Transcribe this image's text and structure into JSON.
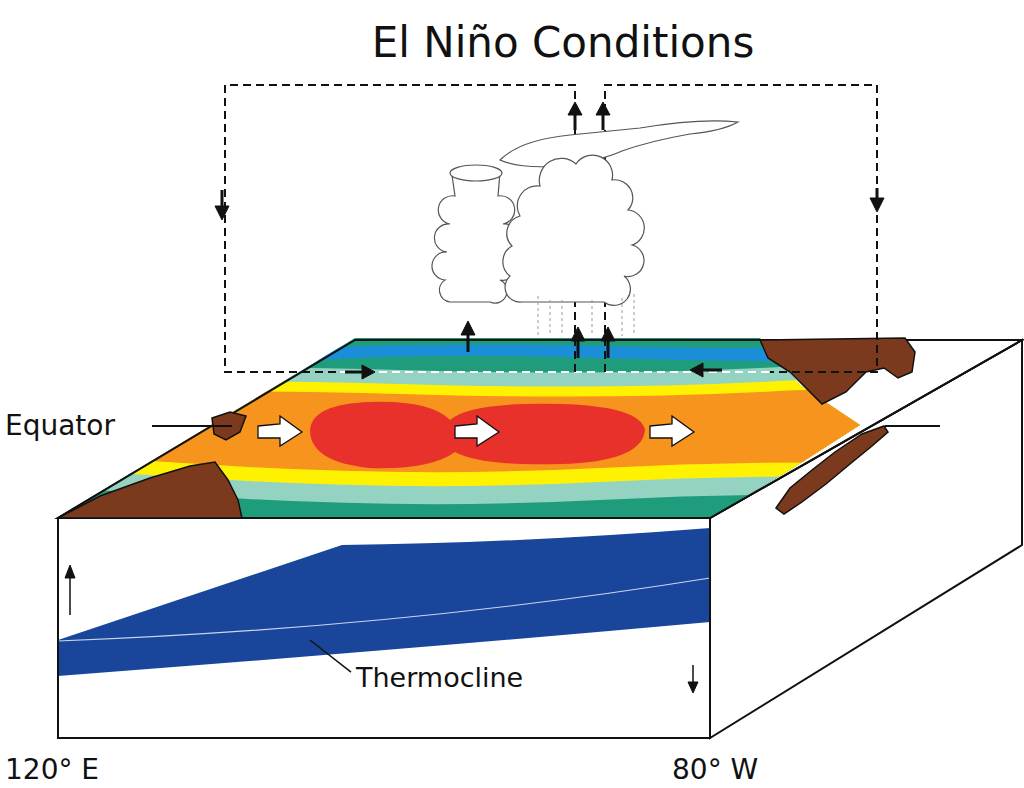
{
  "diagram": {
    "title": "El Niño Conditions",
    "labels": [
      "Equator",
      "Thermocline",
      "120° E",
      "80° W"
    ]
  }
}
